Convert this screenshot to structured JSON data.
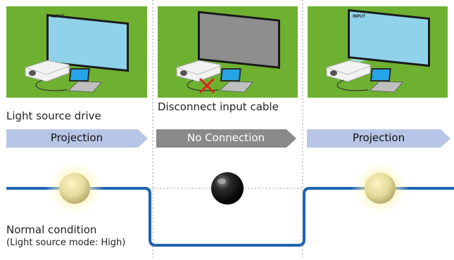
{
  "scenes": [
    {
      "screen_text": "INPUT",
      "state": "connected"
    },
    {
      "screen_text": "",
      "state": "disconnected"
    },
    {
      "screen_text": "INPUT",
      "state": "connected"
    }
  ],
  "labels": {
    "light_source_drive": "Light source drive",
    "disconnect": "Disconnect input cable",
    "normal_condition": "Normal condition",
    "light_source_mode": "(Light source mode: High)"
  },
  "arrows": [
    {
      "text": "Projection",
      "color": "#b7c6e6"
    },
    {
      "text": "No Connection",
      "color": "#8a8a8a"
    },
    {
      "text": "Projection",
      "color": "#b7c6e6"
    }
  ],
  "colors": {
    "grass": "#6eb131",
    "screen_on": "#8fd2ea",
    "screen_off": "#8e8e8e",
    "line": "#1f64b0",
    "cross": "#e2231a",
    "divider": "#9a9a9a"
  },
  "indicators": [
    {
      "state": "lit"
    },
    {
      "state": "off"
    },
    {
      "state": "lit"
    }
  ]
}
